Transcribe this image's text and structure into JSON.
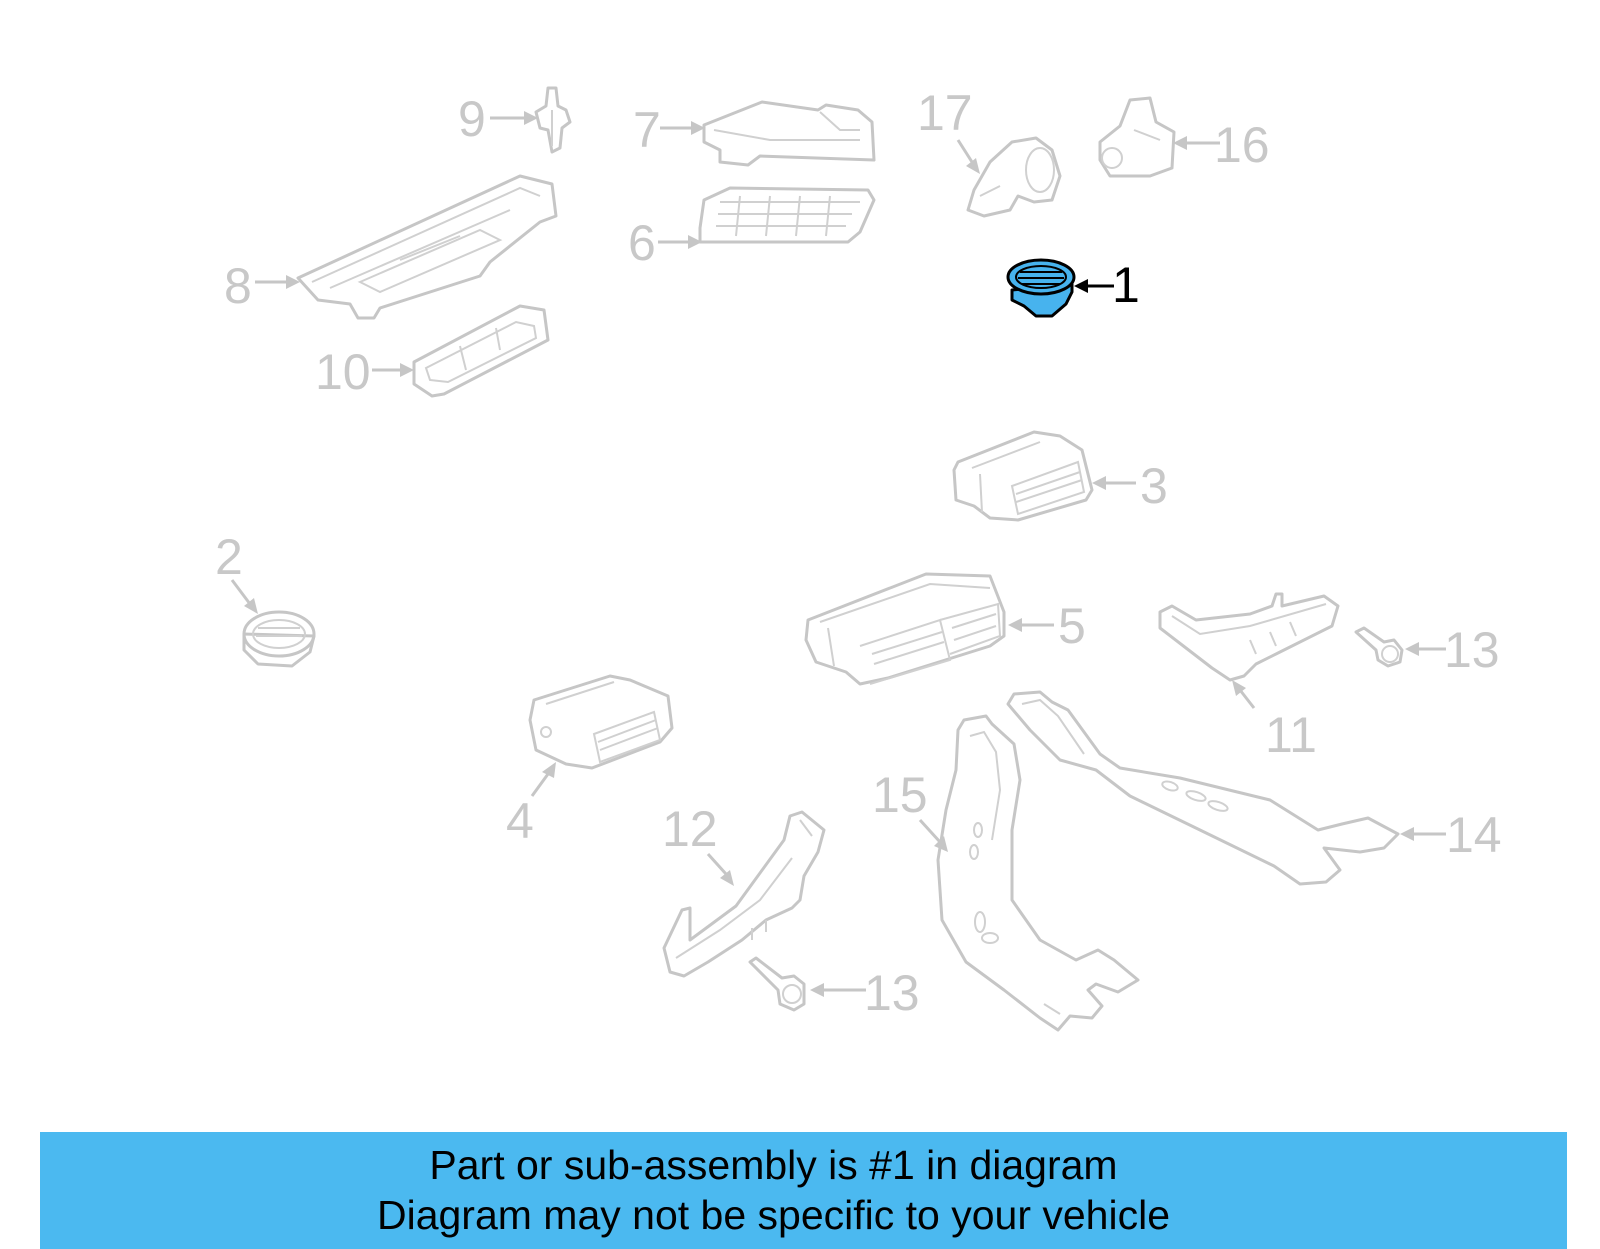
{
  "callouts": {
    "c1": "1",
    "c2": "2",
    "c3": "3",
    "c4": "4",
    "c5": "5",
    "c6": "6",
    "c7": "7",
    "c8": "8",
    "c9": "9",
    "c10": "10",
    "c11": "11",
    "c12": "12",
    "c13a": "13",
    "c13b": "13",
    "c14": "14",
    "c15": "15",
    "c16": "16",
    "c17": "17"
  },
  "highlight": {
    "part": "1",
    "color": "#47b3ee"
  },
  "banner": {
    "line1": "Part or sub-assembly is #1 in diagram",
    "line2": "Diagram may not be specific to your vehicle",
    "color": "#4bb9f0"
  }
}
